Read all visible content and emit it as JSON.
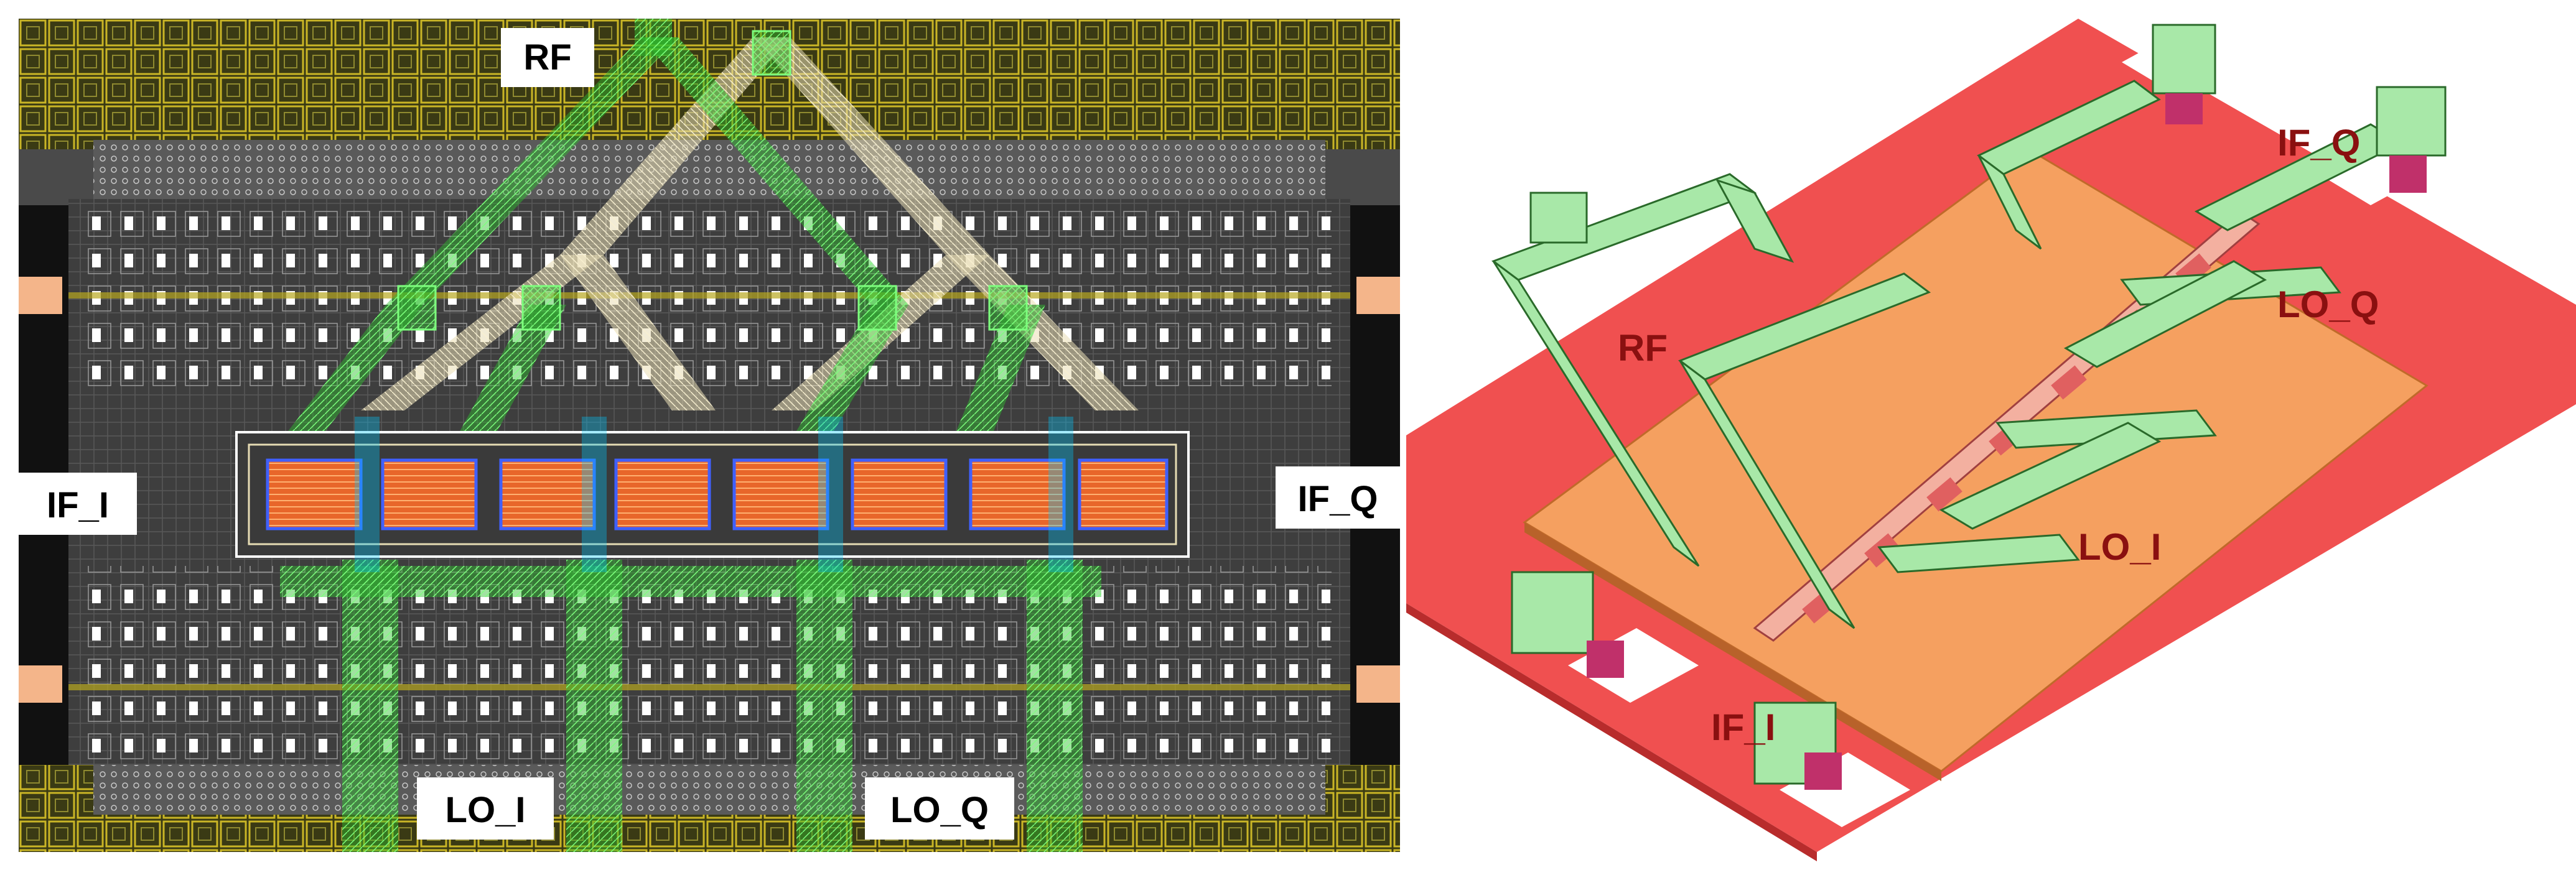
{
  "figure": {
    "layout_view": {
      "labels": {
        "rf": "RF",
        "if_i": "IF_I",
        "if_q": "IF_Q",
        "lo_i": "LO_I",
        "lo_q": "LO_Q"
      }
    },
    "iso_view": {
      "labels": {
        "rf": "RF",
        "if_q": "IF_Q",
        "lo_q": "LO_Q",
        "lo_i": "LO_I",
        "if_i": "IF_I"
      }
    }
  },
  "colors": {
    "die_background": "#4a4a4a",
    "metal_fill_yellow": "#b8a820",
    "routing_green": "#3fd23f",
    "routing_beige": "#e6dcb4",
    "mixer_core_orange": "#e8662a",
    "iso_substrate_red": "#f05050",
    "iso_ground_orange": "#f5a060",
    "iso_trace_green": "#a8e8a8",
    "iso_label_red": "#8a1010"
  }
}
